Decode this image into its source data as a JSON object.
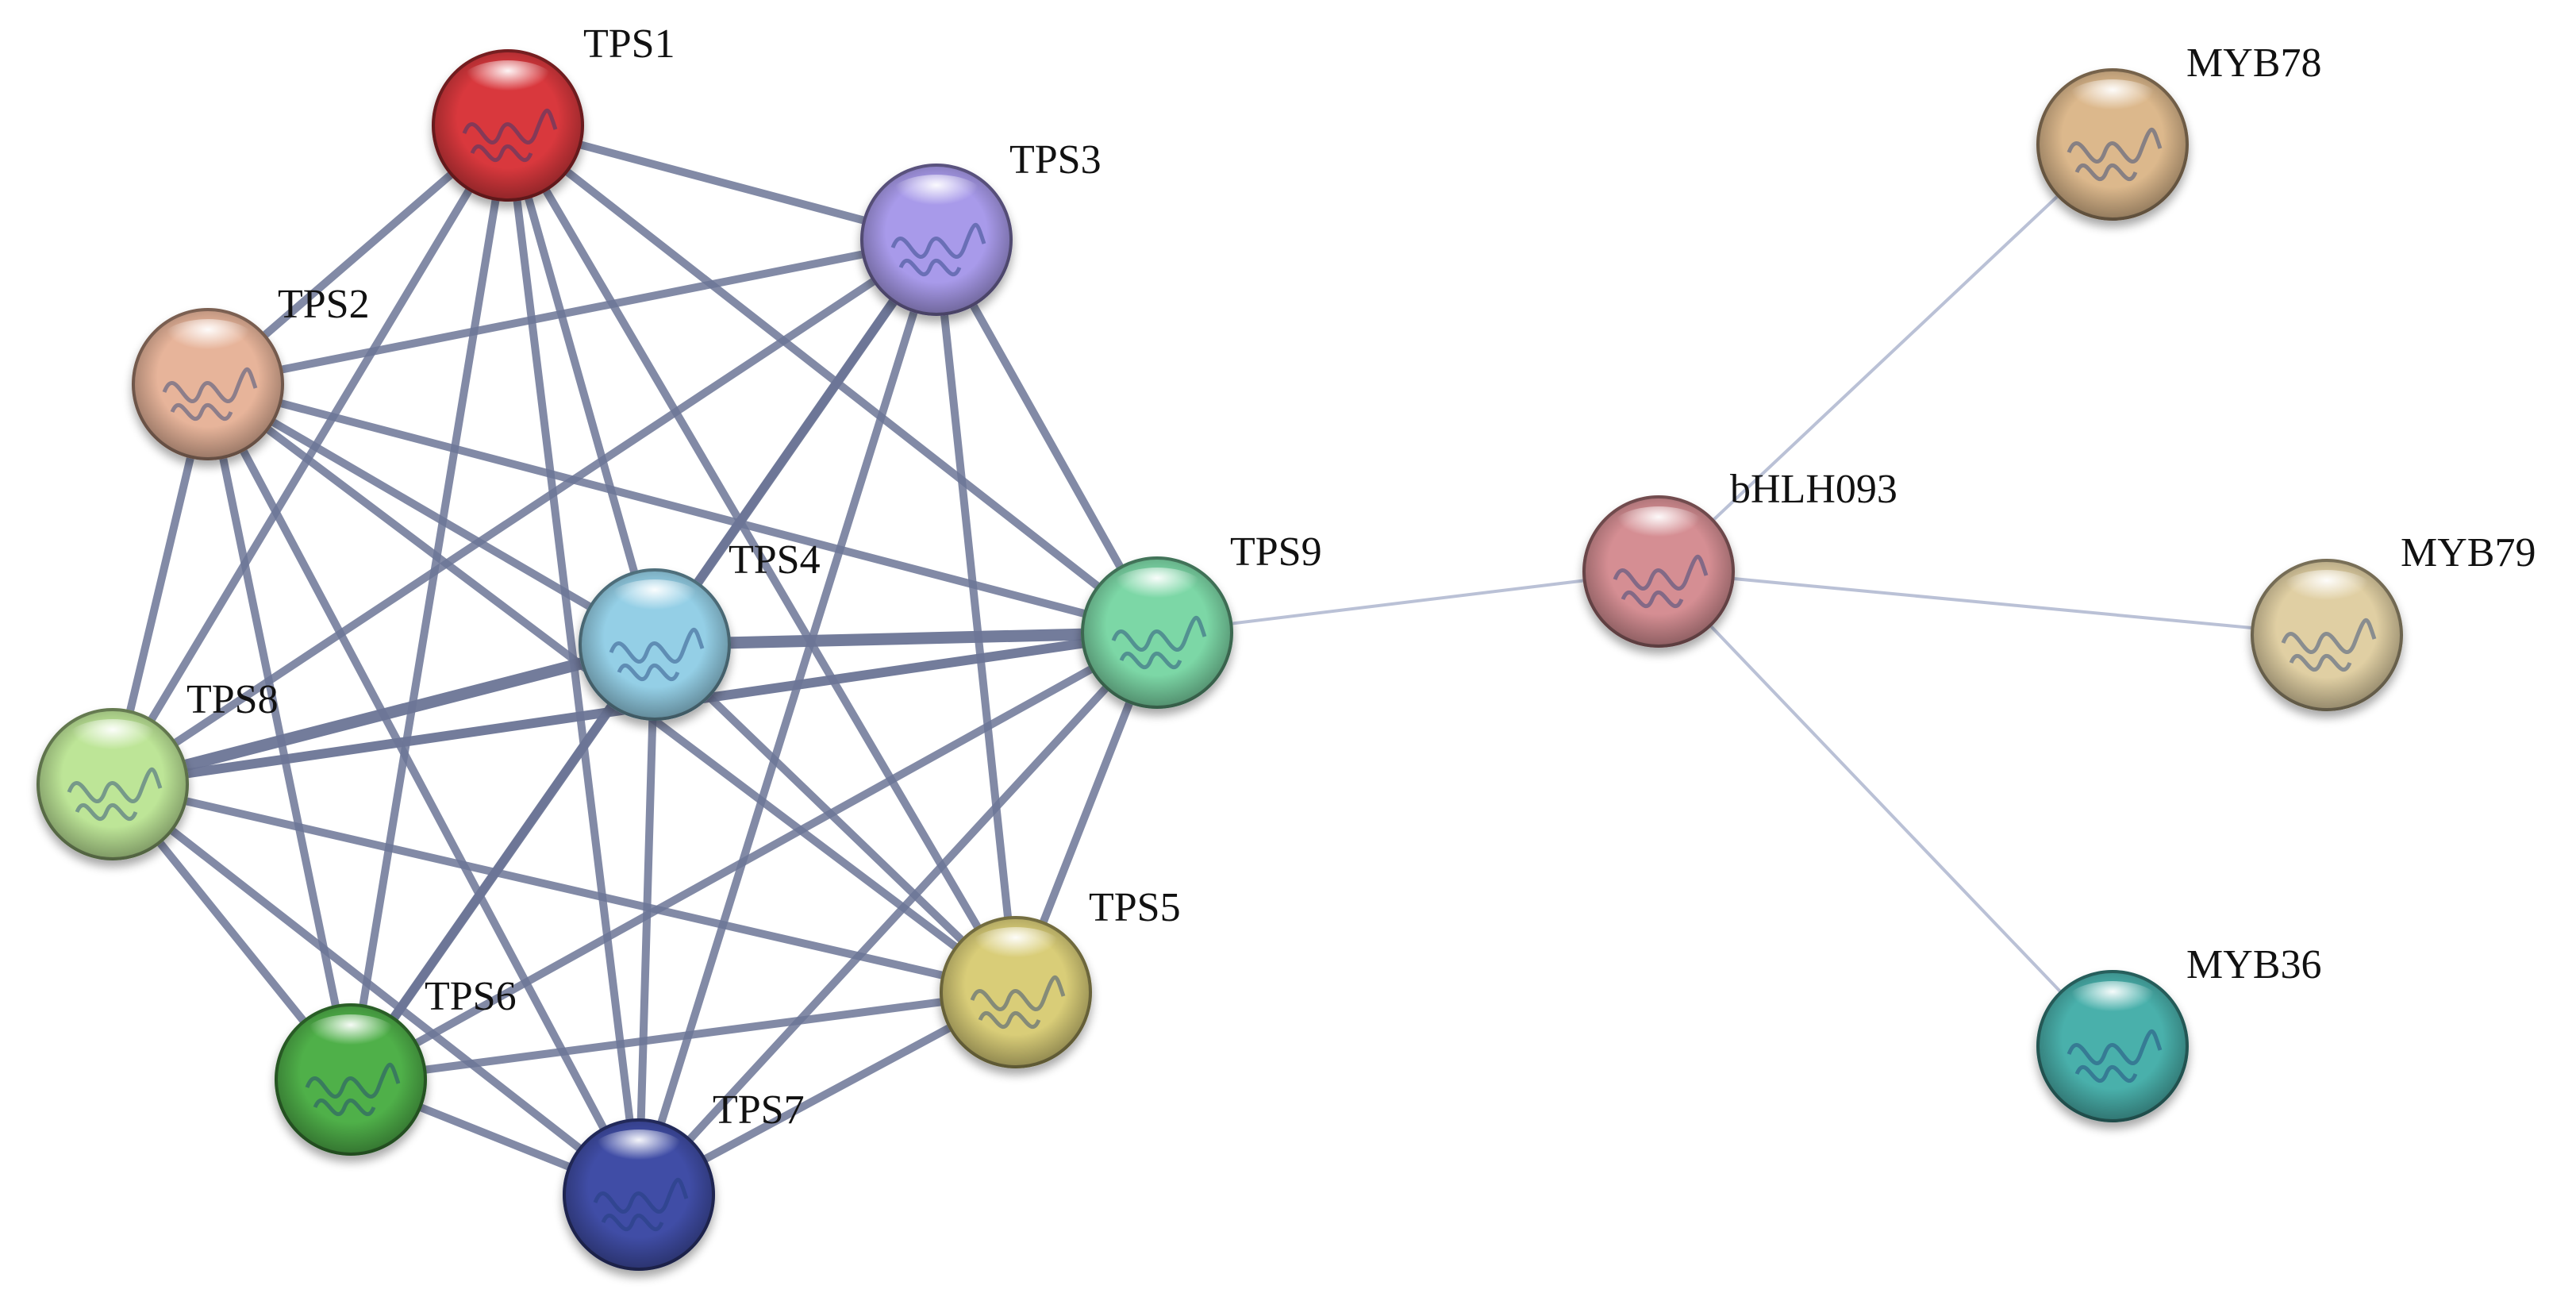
{
  "nodes": [
    {
      "id": "TPS1",
      "label": "TPS1",
      "color": "#d9383c"
    },
    {
      "id": "TPS2",
      "label": "TPS2",
      "color": "#e7b49a"
    },
    {
      "id": "TPS3",
      "label": "TPS3",
      "color": "#a89aea"
    },
    {
      "id": "TPS4",
      "label": "TPS4",
      "color": "#94cfe6"
    },
    {
      "id": "TPS5",
      "label": "TPS5",
      "color": "#d9cd78"
    },
    {
      "id": "TPS6",
      "label": "TPS6",
      "color": "#4fb04a"
    },
    {
      "id": "TPS7",
      "label": "TPS7",
      "color": "#3f4da6"
    },
    {
      "id": "TPS8",
      "label": "TPS8",
      "color": "#bde597"
    },
    {
      "id": "TPS9",
      "label": "TPS9",
      "color": "#7cd7a6"
    },
    {
      "id": "bHLH093",
      "label": "bHLH093",
      "color": "#d58e93"
    },
    {
      "id": "MYB78",
      "label": "MYB78",
      "color": "#dcb88c"
    },
    {
      "id": "MYB79",
      "label": "MYB79",
      "color": "#e0cfa3"
    },
    {
      "id": "MYB36",
      "label": "MYB36",
      "color": "#48b0ab"
    }
  ],
  "edges": [
    {
      "source": "TPS1",
      "target": "TPS2",
      "weight": 3
    },
    {
      "source": "TPS1",
      "target": "TPS3",
      "weight": 3
    },
    {
      "source": "TPS1",
      "target": "TPS4",
      "weight": 3
    },
    {
      "source": "TPS1",
      "target": "TPS5",
      "weight": 3
    },
    {
      "source": "TPS1",
      "target": "TPS6",
      "weight": 3
    },
    {
      "source": "TPS1",
      "target": "TPS7",
      "weight": 3
    },
    {
      "source": "TPS1",
      "target": "TPS8",
      "weight": 3
    },
    {
      "source": "TPS1",
      "target": "TPS9",
      "weight": 3
    },
    {
      "source": "TPS2",
      "target": "TPS3",
      "weight": 3
    },
    {
      "source": "TPS2",
      "target": "TPS4",
      "weight": 3
    },
    {
      "source": "TPS2",
      "target": "TPS5",
      "weight": 3
    },
    {
      "source": "TPS2",
      "target": "TPS6",
      "weight": 3
    },
    {
      "source": "TPS2",
      "target": "TPS7",
      "weight": 3
    },
    {
      "source": "TPS2",
      "target": "TPS8",
      "weight": 3
    },
    {
      "source": "TPS2",
      "target": "TPS9",
      "weight": 3
    },
    {
      "source": "TPS3",
      "target": "TPS4",
      "weight": 4
    },
    {
      "source": "TPS3",
      "target": "TPS5",
      "weight": 3
    },
    {
      "source": "TPS3",
      "target": "TPS6",
      "weight": 3
    },
    {
      "source": "TPS3",
      "target": "TPS7",
      "weight": 3
    },
    {
      "source": "TPS3",
      "target": "TPS8",
      "weight": 3
    },
    {
      "source": "TPS3",
      "target": "TPS9",
      "weight": 3
    },
    {
      "source": "TPS4",
      "target": "TPS5",
      "weight": 3
    },
    {
      "source": "TPS4",
      "target": "TPS6",
      "weight": 4
    },
    {
      "source": "TPS4",
      "target": "TPS7",
      "weight": 3
    },
    {
      "source": "TPS4",
      "target": "TPS8",
      "weight": 5
    },
    {
      "source": "TPS4",
      "target": "TPS9",
      "weight": 5
    },
    {
      "source": "TPS5",
      "target": "TPS6",
      "weight": 3
    },
    {
      "source": "TPS5",
      "target": "TPS7",
      "weight": 3
    },
    {
      "source": "TPS5",
      "target": "TPS8",
      "weight": 3
    },
    {
      "source": "TPS5",
      "target": "TPS9",
      "weight": 3
    },
    {
      "source": "TPS6",
      "target": "TPS7",
      "weight": 3
    },
    {
      "source": "TPS6",
      "target": "TPS8",
      "weight": 3
    },
    {
      "source": "TPS6",
      "target": "TPS9",
      "weight": 3
    },
    {
      "source": "TPS7",
      "target": "TPS8",
      "weight": 3
    },
    {
      "source": "TPS7",
      "target": "TPS9",
      "weight": 3
    },
    {
      "source": "TPS8",
      "target": "TPS9",
      "weight": 4
    },
    {
      "source": "TPS9",
      "target": "bHLH093",
      "weight": 1
    },
    {
      "source": "bHLH093",
      "target": "MYB78",
      "weight": 1
    },
    {
      "source": "bHLH093",
      "target": "MYB79",
      "weight": 1
    },
    {
      "source": "bHLH093",
      "target": "MYB36",
      "weight": 1
    }
  ],
  "edge_color": "#6c7596",
  "edge_color_light": "#aeb6cf"
}
